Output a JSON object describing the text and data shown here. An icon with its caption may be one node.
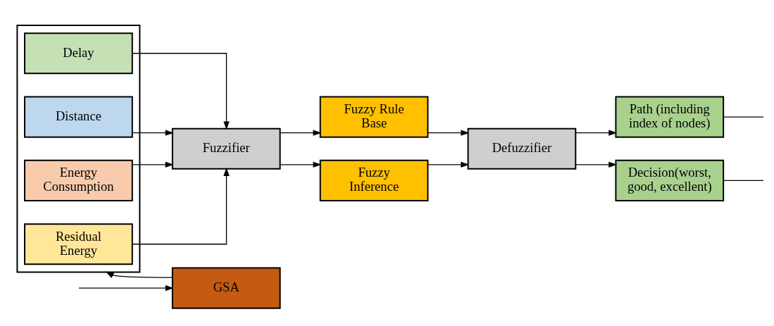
{
  "diagram": {
    "nodes": [
      {
        "text": [],
        "shape": "box"
      },
      {
        "text": [
          "Delay"
        ],
        "in": 0
      },
      {
        "text": [
          "Distance"
        ],
        "in": 0
      },
      {
        "text": [
          "Energy Consumption"
        ],
        "in": 0
      },
      {
        "text": [
          "Residual Energy"
        ],
        "in": 0
      },
      {
        "text": [
          "Fuzzifier"
        ]
      },
      {
        "text": [
          "Fuzzy Rule Base"
        ]
      },
      {
        "text": [
          "Fuzzy Inference"
        ]
      },
      {
        "text": [
          "Defuzzifier"
        ]
      },
      {
        "text": [
          "Path (including index of nodes)"
        ]
      },
      {
        "text": [
          "Decision(worst, good, excellent)"
        ]
      },
      {
        "text": [
          "GSA"
        ]
      }
    ],
    "edges": [
      {
        "from": 1,
        "to": 5,
        "arrow": "to"
      },
      {
        "from": 2,
        "to": 5,
        "arrow": "to"
      },
      {
        "from": 3,
        "to": 5,
        "arrow": "to"
      },
      {
        "from": 4,
        "to": 5,
        "arrow": "to"
      },
      {
        "from": 5,
        "to": 6,
        "arrow": "to"
      },
      {
        "from": 5,
        "to": 7,
        "arrow": "to"
      },
      {
        "from": 6,
        "to": 8,
        "arrow": "to"
      },
      {
        "from": 7,
        "to": 8,
        "arrow": "to"
      },
      {
        "from": 8,
        "to": 9,
        "arrow": "to"
      },
      {
        "from": 8,
        "to": 10,
        "arrow": "to"
      },
      {
        "from": 9,
        "to": null,
        "arrow": "none"
      },
      {
        "from": 10,
        "to": null,
        "arrow": "none"
      },
      {
        "from": null,
        "to": 11,
        "arrow": "to"
      },
      {
        "from": 11,
        "to": 0,
        "arrow": "to"
      }
    ]
  }
}
